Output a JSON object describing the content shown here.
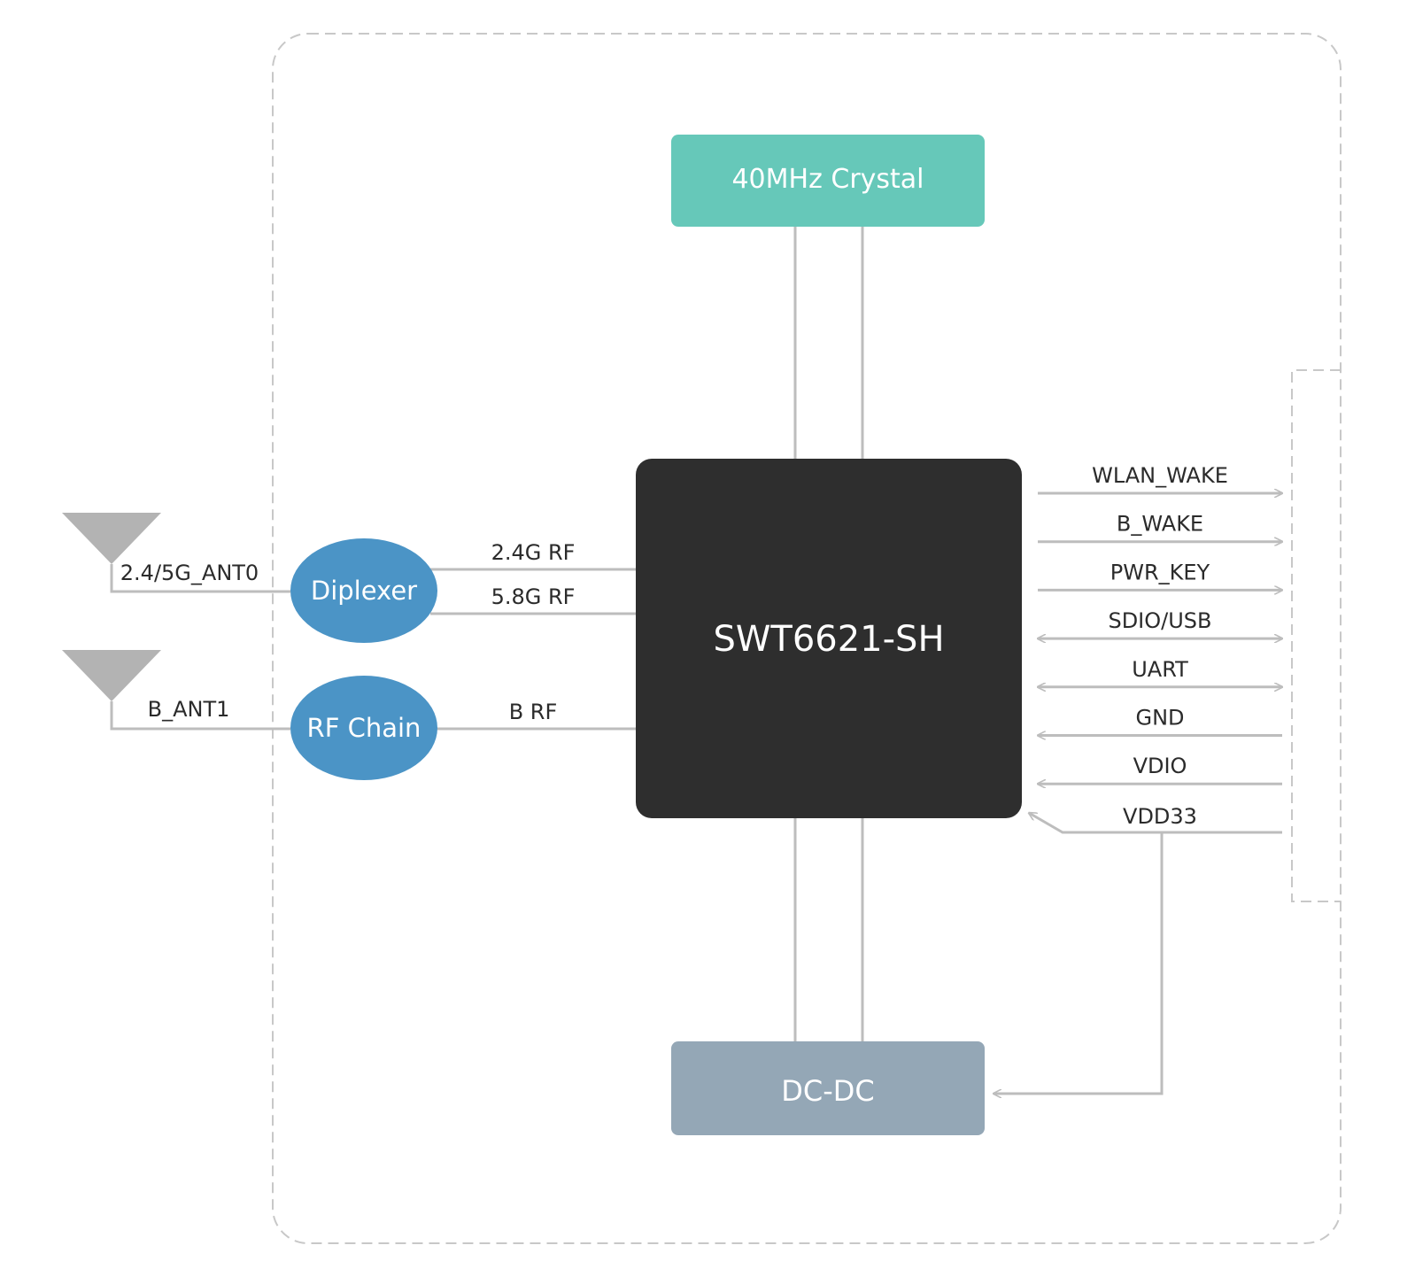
{
  "blocks": {
    "crystal": {
      "label": "40MHz Crystal",
      "color": "#66c8b9"
    },
    "chip": {
      "label": "SWT6621-SH",
      "color": "#2e2e2e"
    },
    "dcdc": {
      "label": "DC-DC",
      "color": "#94a7b6"
    },
    "diplexer": {
      "label": "Diplexer",
      "color": "#4b94c6"
    },
    "rfchain": {
      "label": "RF Chain",
      "color": "#4b94c6"
    }
  },
  "antennas": {
    "ant0": {
      "label": "2.4/5G_ANT0"
    },
    "ant1": {
      "label": "B_ANT1"
    }
  },
  "rf_links": {
    "rf24": "2.4G RF",
    "rf58": "5.8G RF",
    "brf": "B RF"
  },
  "signals": [
    {
      "name": "WLAN_WAKE",
      "direction": "out"
    },
    {
      "name": "B_WAKE",
      "direction": "out"
    },
    {
      "name": "PWR_KEY",
      "direction": "out"
    },
    {
      "name": "SDIO/USB",
      "direction": "bidirectional"
    },
    {
      "name": "UART",
      "direction": "bidirectional"
    },
    {
      "name": "GND",
      "direction": "in"
    },
    {
      "name": "VDIO",
      "direction": "in"
    },
    {
      "name": "VDD33",
      "direction": "in"
    }
  ],
  "colors": {
    "line": "#bdbdbd",
    "dash": "#c8c8c8",
    "antenna": "#b3b3b3"
  }
}
